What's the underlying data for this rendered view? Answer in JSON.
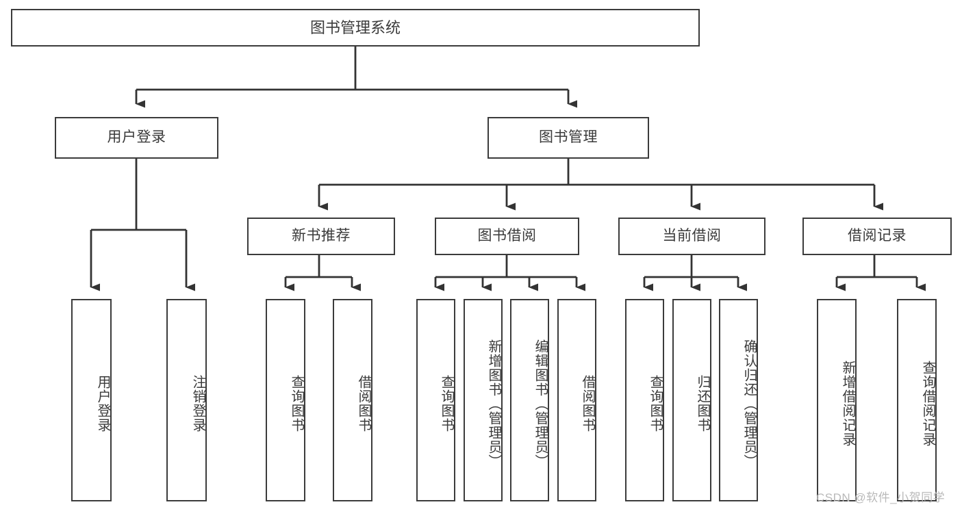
{
  "diagram": {
    "type": "tree",
    "title": "图书管理系统",
    "root": {
      "id": "root",
      "label": "图书管理系统",
      "orientation": "horizontal"
    },
    "level1": [
      {
        "id": "user-login",
        "label": "用户登录",
        "orientation": "horizontal"
      },
      {
        "id": "book-manage",
        "label": "图书管理",
        "orientation": "horizontal"
      }
    ],
    "level2": [
      {
        "id": "new-book-recommend",
        "label": "新书推荐",
        "parent": "book-manage",
        "orientation": "horizontal"
      },
      {
        "id": "book-borrow",
        "label": "图书借阅",
        "parent": "book-manage",
        "orientation": "horizontal"
      },
      {
        "id": "current-borrow",
        "label": "当前借阅",
        "parent": "book-manage",
        "orientation": "horizontal"
      },
      {
        "id": "borrow-record",
        "label": "借阅记录",
        "parent": "book-manage",
        "orientation": "horizontal"
      }
    ],
    "leaves": [
      {
        "id": "leaf-user-login",
        "label": "用户登录",
        "parent": "user-login",
        "orientation": "vertical"
      },
      {
        "id": "leaf-logout-login",
        "label": "注销登录",
        "parent": "user-login",
        "orientation": "vertical"
      },
      {
        "id": "leaf-query-book-rec",
        "label": "查询图书",
        "parent": "new-book-recommend",
        "orientation": "vertical"
      },
      {
        "id": "leaf-borrow-book-rec",
        "label": "借阅图书",
        "parent": "new-book-recommend",
        "orientation": "vertical"
      },
      {
        "id": "leaf-query-book-borrow",
        "label": "查询图书",
        "parent": "book-borrow",
        "orientation": "vertical"
      },
      {
        "id": "leaf-add-book-admin",
        "label": "新增图书（管理员）",
        "parent": "book-borrow",
        "orientation": "vertical"
      },
      {
        "id": "leaf-edit-book-admin",
        "label": "编辑图书（管理员）",
        "parent": "book-borrow",
        "orientation": "vertical"
      },
      {
        "id": "leaf-borrow-book",
        "label": "借阅图书",
        "parent": "book-borrow",
        "orientation": "vertical"
      },
      {
        "id": "leaf-query-book-current",
        "label": "查询图书",
        "parent": "current-borrow",
        "orientation": "vertical"
      },
      {
        "id": "leaf-return-book",
        "label": "归还图书",
        "parent": "current-borrow",
        "orientation": "vertical"
      },
      {
        "id": "leaf-confirm-return-admin",
        "label": "确认归还（管理员）",
        "parent": "current-borrow",
        "orientation": "vertical"
      },
      {
        "id": "leaf-add-borrow-record",
        "label": "新增借阅记录",
        "parent": "borrow-record",
        "orientation": "vertical"
      },
      {
        "id": "leaf-query-borrow-record",
        "label": "查询借阅记录",
        "parent": "borrow-record",
        "orientation": "vertical"
      }
    ],
    "colors": {
      "box_border": "#3b3b3b",
      "box_fill": "#ffffff",
      "text": "#3a3a3a",
      "edge": "#333333",
      "watermark": "#b9b9b9"
    }
  },
  "watermark": {
    "text": "CSDN @软件_小贺同学"
  }
}
